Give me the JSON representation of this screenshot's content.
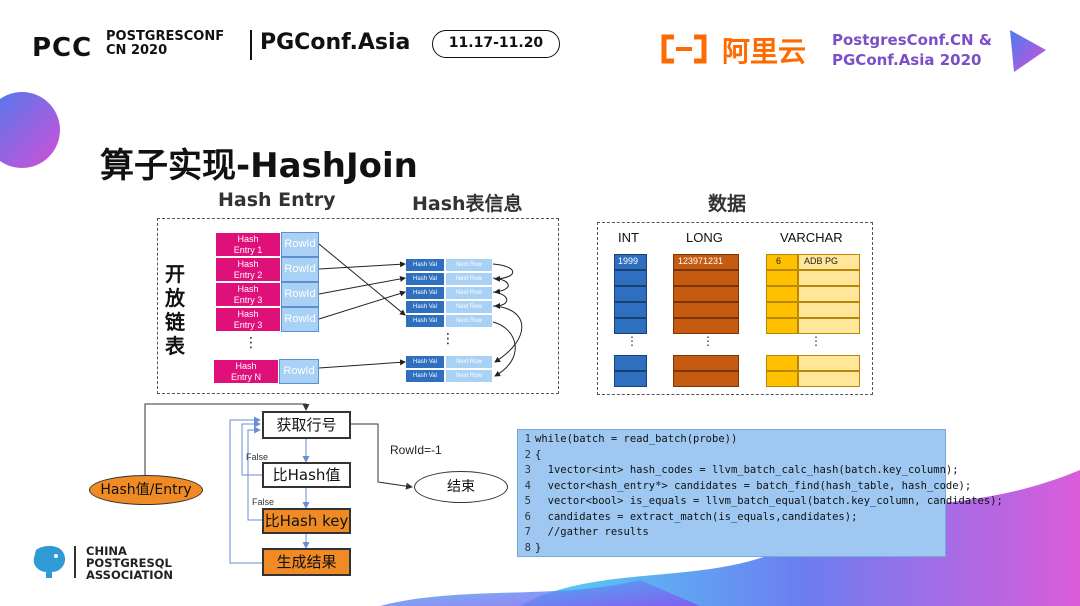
{
  "header": {
    "pcc_logo": "PCC",
    "pcc_line1": "POSTGRESCONF",
    "pcc_line2": "CN 2020",
    "pgconf_asia": "PGConf.Asia",
    "date_range": "11.17-11.20",
    "aliyun_name": "阿里云",
    "pgcn_line1": "PostgresConf.CN &",
    "pgcn_line2": "PGConf.Asia 2020"
  },
  "slide_title": "算子实现-HashJoin",
  "section_headers": {
    "hash_entry": "Hash Entry",
    "hash_table_info": "Hash表信息",
    "data": "数据"
  },
  "chain_label": [
    "开",
    "放",
    "链",
    "表"
  ],
  "hash_entries": [
    {
      "name": "Hash\nEntry 1",
      "rowid": "RowId"
    },
    {
      "name": "Hash\nEntry 2",
      "rowid": "RowId"
    },
    {
      "name": "Hash\nEntry 3",
      "rowid": "RowId"
    },
    {
      "name": "Hash\nEntry 3",
      "rowid": "RowId"
    }
  ],
  "hash_entry_ellipsis": "⋮",
  "hash_entry_last": {
    "name": "Hash\nEntry N",
    "rowid": "RowId"
  },
  "hash_table_rows": [
    {
      "hash_val": "Hash Val",
      "next_row": "Next Row"
    },
    {
      "hash_val": "Hash Val",
      "next_row": "Next Row"
    },
    {
      "hash_val": "Hash Val",
      "next_row": "Next Row"
    },
    {
      "hash_val": "Hash Val",
      "next_row": "Next Row"
    },
    {
      "hash_val": "Hash Val",
      "next_row": "Next Row"
    }
  ],
  "hash_table_ellipsis": "⋮",
  "hash_table_tail_rows": [
    {
      "hash_val": "Hash Val",
      "next_row": "Next Row"
    },
    {
      "hash_val": "Hash Val",
      "next_row": "Next Row"
    }
  ],
  "data_columns": {
    "int_label": "INT",
    "int_value": "1999",
    "long_label": "LONG",
    "long_value": "123971231",
    "varchar_label": "VARCHAR",
    "varchar_len": "6",
    "varchar_value": "ADB PG",
    "ellipsis": "⋮"
  },
  "flow": {
    "step1": "获取行号",
    "step2": "比Hash值",
    "step3": "比Hash key",
    "step4": "生成结果",
    "input_oval": "Hash值/Entry",
    "end_oval": "结束",
    "rowid_cond": "RowId=-1",
    "false_label1": "False",
    "false_label2": "False"
  },
  "code_lines": [
    {
      "n": "1",
      "text": "while(batch = read_batch(probe))"
    },
    {
      "n": "2",
      "text": "{"
    },
    {
      "n": "3",
      "text": "  1vector<int> hash_codes = llvm_batch_calc_hash(batch.key_column);"
    },
    {
      "n": "4",
      "text": "  vector<hash_entry*> candidates = batch_find(hash_table, hash_code);"
    },
    {
      "n": "5",
      "text": "  vector<bool> is_equals = llvm_batch_equal(batch.key_column, candidates);"
    },
    {
      "n": "6",
      "text": "  candidates = extract_match(is_equals,candidates);"
    },
    {
      "n": "7",
      "text": "  //gather results"
    },
    {
      "n": "8",
      "text": "}"
    }
  ],
  "footer": {
    "line1": "CHINA",
    "line2": "POSTGRESQL",
    "line3": "ASSOCIATION"
  },
  "colors": {
    "pink": "#e0107a",
    "blue": "#2e6fc0",
    "light_blue": "#a9d1f5",
    "orange": "#c55a11",
    "yellow": "#ffc000",
    "aliyun_orange": "#ff6a00",
    "purple": "#7a4fc9",
    "flow_orange": "#f08a24",
    "code_bg": "#9ec8f2"
  }
}
